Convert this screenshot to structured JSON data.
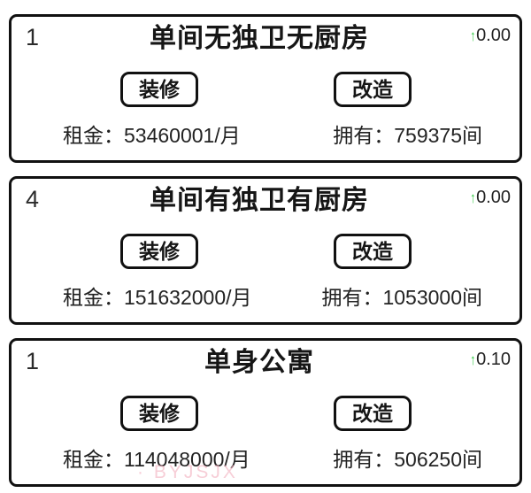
{
  "colors": {
    "card_border": "#111111",
    "text_primary": "#161616",
    "text_stats": "#222222",
    "trend_green": "#2fc93f",
    "watermark_pink": "#f3b4c1"
  },
  "trend_arrow": "↑",
  "watermark": {
    "text": "· BYJSJX"
  },
  "cards": [
    {
      "level": "1",
      "title": "单间无独卫无厨房",
      "trend": "0.00",
      "renovate_label": "装修",
      "remodel_label": "改造",
      "rent": "租金：53460001/月",
      "owned": "拥有：759375间"
    },
    {
      "level": "4",
      "title": "单间有独卫有厨房",
      "trend": "0.00",
      "renovate_label": "装修",
      "remodel_label": "改造",
      "rent": "租金：151632000/月",
      "owned": "拥有：1053000间"
    },
    {
      "level": "1",
      "title": "单身公寓",
      "trend": "0.10",
      "renovate_label": "装修",
      "remodel_label": "改造",
      "rent": "租金：114048000/月",
      "owned": "拥有：506250间"
    }
  ]
}
